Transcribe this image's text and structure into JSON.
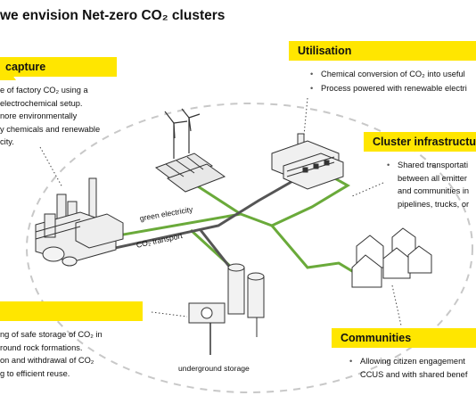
{
  "title": "we envision Net-zero CO₂ clusters",
  "sections": {
    "capture": {
      "heading": "capture",
      "lines": [
        "e of factory CO₂ using a",
        "electrochemical setup.",
        "nore environmentally",
        "y chemicals and renewable",
        "city."
      ]
    },
    "utilisation": {
      "heading": "Utilisation",
      "bullets": [
        "Chemical conversion of CO₂ into useful",
        "Process powered with renewable electri"
      ]
    },
    "cluster": {
      "heading": "Cluster infrastructu",
      "lines": [
        "Shared transportati",
        "between all emitter",
        "and communities in",
        "pipelines, trucks, or"
      ]
    },
    "storage": {
      "heading": "",
      "lines": [
        "ng of safe storage of CO₂ in",
        "round rock formations.",
        "on and withdrawal of CO₂",
        "g to efficient reuse."
      ]
    },
    "communities": {
      "heading": "Communities",
      "lines": [
        "Allowing citizen engagement",
        "CCUS and with shared benef"
      ]
    }
  },
  "labels": {
    "green_electricity": "green electricity",
    "co2_transport": "CO₂ transport",
    "underground_storage": "underground storage"
  },
  "colors": {
    "accent_yellow": "#ffe600",
    "green_line": "#6aaa3a",
    "transport_line": "#555555",
    "dashed_circle": "#c8c8c8"
  }
}
